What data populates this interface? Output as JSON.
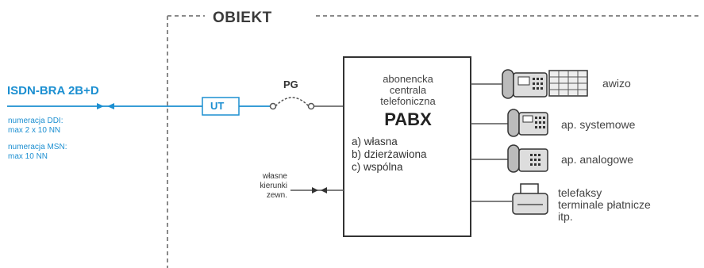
{
  "diagram": {
    "object_label": "OBIEKT",
    "line_type": "ISDN-BRA 2B+D",
    "ddi_note": [
      "numeracja DDI:",
      "max 2 x 10 NN"
    ],
    "msn_note": [
      "numeracja MSN:",
      "max 10 NN"
    ],
    "ut_label": "UT",
    "pg_label": "PG",
    "pabx_description": [
      "abonencka",
      "centrala",
      "telefoniczna"
    ],
    "pabx_title": "PABX",
    "pabx_options": [
      "a) własna",
      "b) dzierżawiona",
      "c) wspólna"
    ],
    "external_lines": [
      "własne",
      "kierunki",
      "zewn."
    ],
    "devices": {
      "awizo": "awizo",
      "system_phones": "ap. systemowe",
      "analog_phones": "ap. analogowe",
      "fax_terminals": [
        "telefaksy",
        "terminale płatnicze",
        "itp."
      ]
    },
    "colors": {
      "isdn_blue": "#1c8fd1",
      "line_gray": "#555555",
      "dash_gray": "#8a8a8a"
    },
    "icons": [
      "system-phone-with-keypad-icon",
      "system-phone-icon",
      "analog-phone-icon",
      "fax-machine-icon",
      "bidirectional-arrow-icon",
      "switch-icon"
    ]
  }
}
